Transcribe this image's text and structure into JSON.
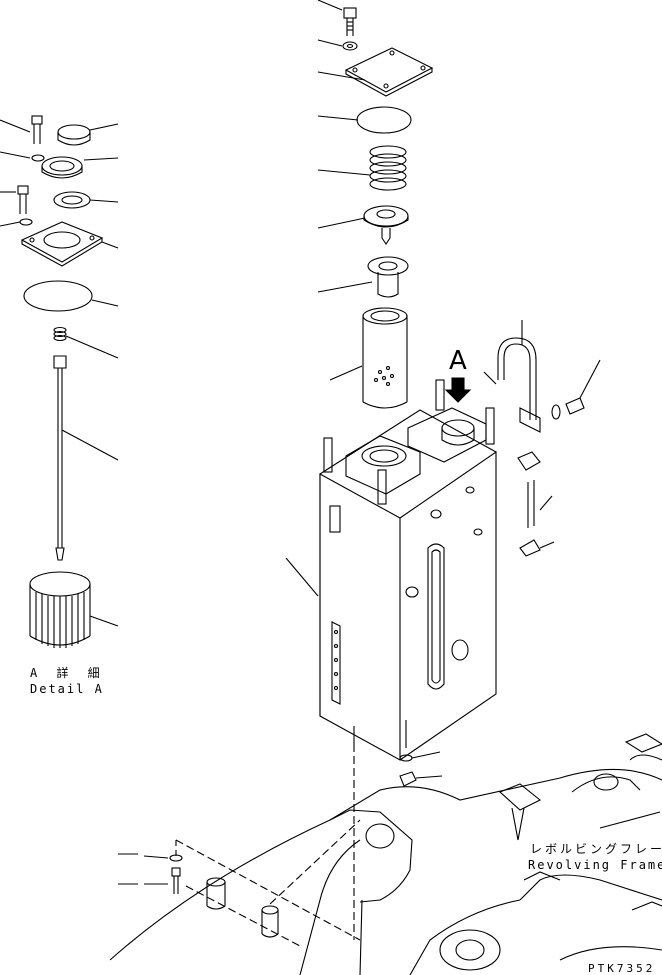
{
  "labels": {
    "detail_jp": "A 詳 細",
    "detail_en": "Detail A",
    "view_marker": "A",
    "frame_jp": "レボルビングフレーム",
    "frame_en": "Revolving Frame",
    "drawing_code": "PTK7352"
  },
  "colors": {
    "line": "#000000",
    "background": "#ffffff"
  },
  "parts": [
    {
      "name": "bolt-icon"
    },
    {
      "name": "washer-icon"
    },
    {
      "name": "cover-plate-icon"
    },
    {
      "name": "gasket-icon"
    },
    {
      "name": "spring-icon"
    },
    {
      "name": "valve-icon"
    },
    {
      "name": "strainer-flange-icon"
    },
    {
      "name": "filter-element-icon"
    },
    {
      "name": "hydraulic-tank-icon"
    },
    {
      "name": "breather-cap-icon"
    },
    {
      "name": "dipstick-icon"
    },
    {
      "name": "breather-filter-icon"
    }
  ]
}
